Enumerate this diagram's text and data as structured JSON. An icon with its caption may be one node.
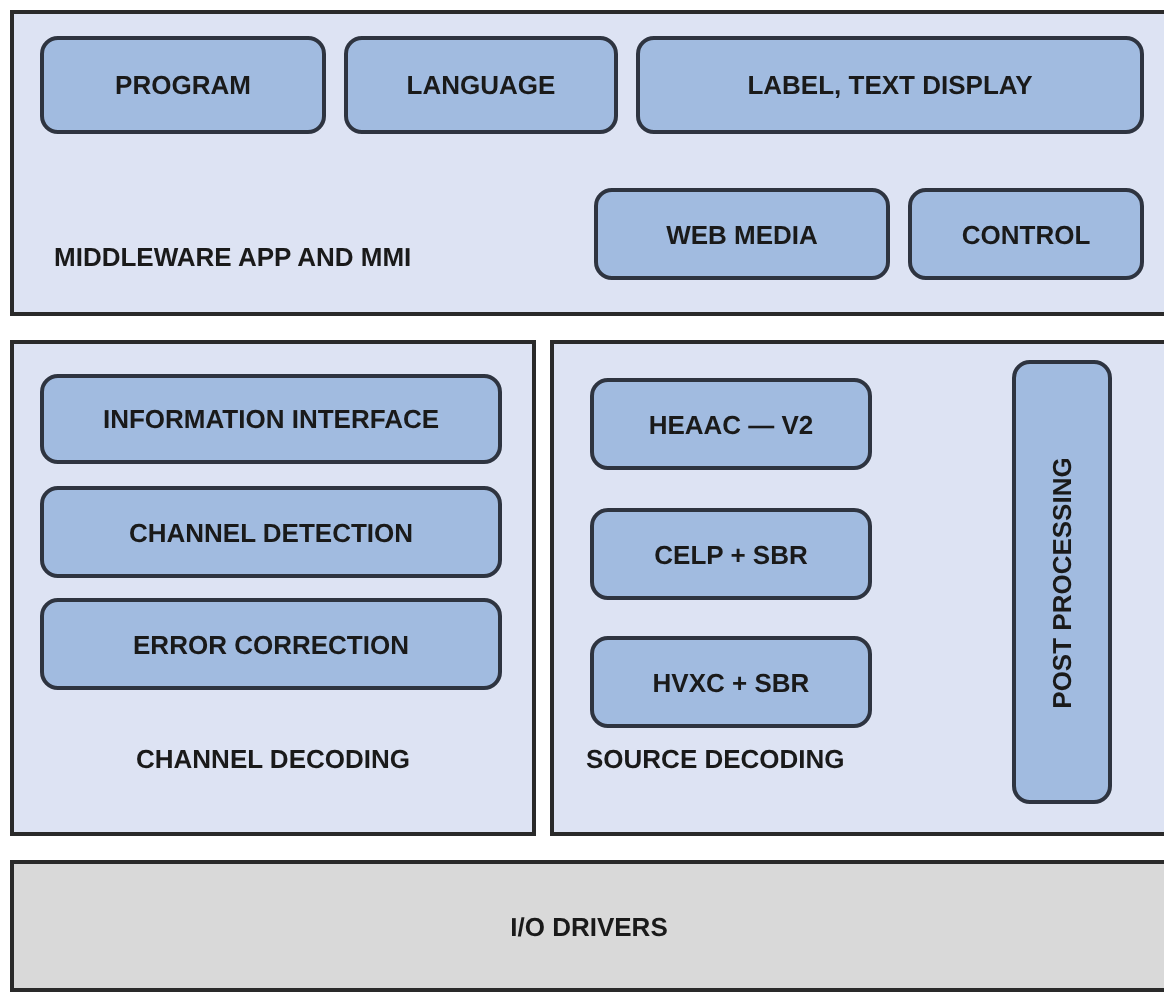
{
  "diagram": {
    "nodes": [
      {
        "text": [
          "MIDDLEWARE APP AND MMI"
        ]
      },
      {
        "text": [
          "PROGRAM"
        ],
        "in": 0
      },
      {
        "text": [
          "LANGUAGE"
        ],
        "in": 0
      },
      {
        "text": [
          "LABEL, TEXT DISPLAY"
        ],
        "in": 0
      },
      {
        "text": [
          "WEB MEDIA"
        ],
        "in": 0
      },
      {
        "text": [
          "CONTROL"
        ],
        "in": 0
      },
      {
        "text": [
          "CHANNEL DECODING"
        ]
      },
      {
        "text": [
          "INFORMATION INTERFACE"
        ],
        "in": 6
      },
      {
        "text": [
          "CHANNEL DETECTION"
        ],
        "in": 6
      },
      {
        "text": [
          "ERROR CORRECTION"
        ],
        "in": 6
      },
      {
        "text": [
          "SOURCE DECODING"
        ]
      },
      {
        "text": [
          "HEAAC — V2"
        ],
        "in": 10
      },
      {
        "text": [
          "CELP + SBR"
        ],
        "in": 10
      },
      {
        "text": [
          "HVXC + SBR"
        ],
        "in": 10
      },
      {
        "text": [
          "POST PROCESSING"
        ],
        "in": 10
      },
      {
        "text": [
          "I/O DRIVERS"
        ]
      }
    ]
  }
}
